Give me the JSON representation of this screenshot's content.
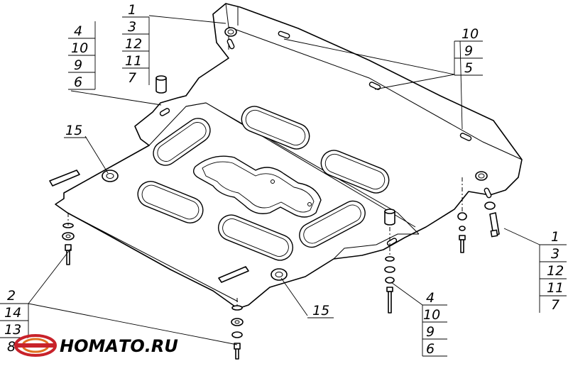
{
  "callouts": {
    "top_left_stack": [
      "1",
      "3",
      "12",
      "11",
      "7"
    ],
    "left_stack": [
      "4",
      "10",
      "9",
      "6"
    ],
    "top_right_stack": [
      "10",
      "9",
      "5"
    ],
    "right_stack": [
      "1",
      "3",
      "12",
      "11",
      "7"
    ],
    "bottom_left_stack": [
      "2",
      "14",
      "13",
      "8"
    ],
    "bottom_center_stack": [
      "4",
      "10",
      "9",
      "6"
    ],
    "label_15_left": "15",
    "label_15_bottom": "15"
  },
  "logo": {
    "text": "Homato.ru",
    "colors": {
      "ring": "#c8222a",
      "ring_inner": "#e0701f",
      "text": "#000000"
    }
  }
}
